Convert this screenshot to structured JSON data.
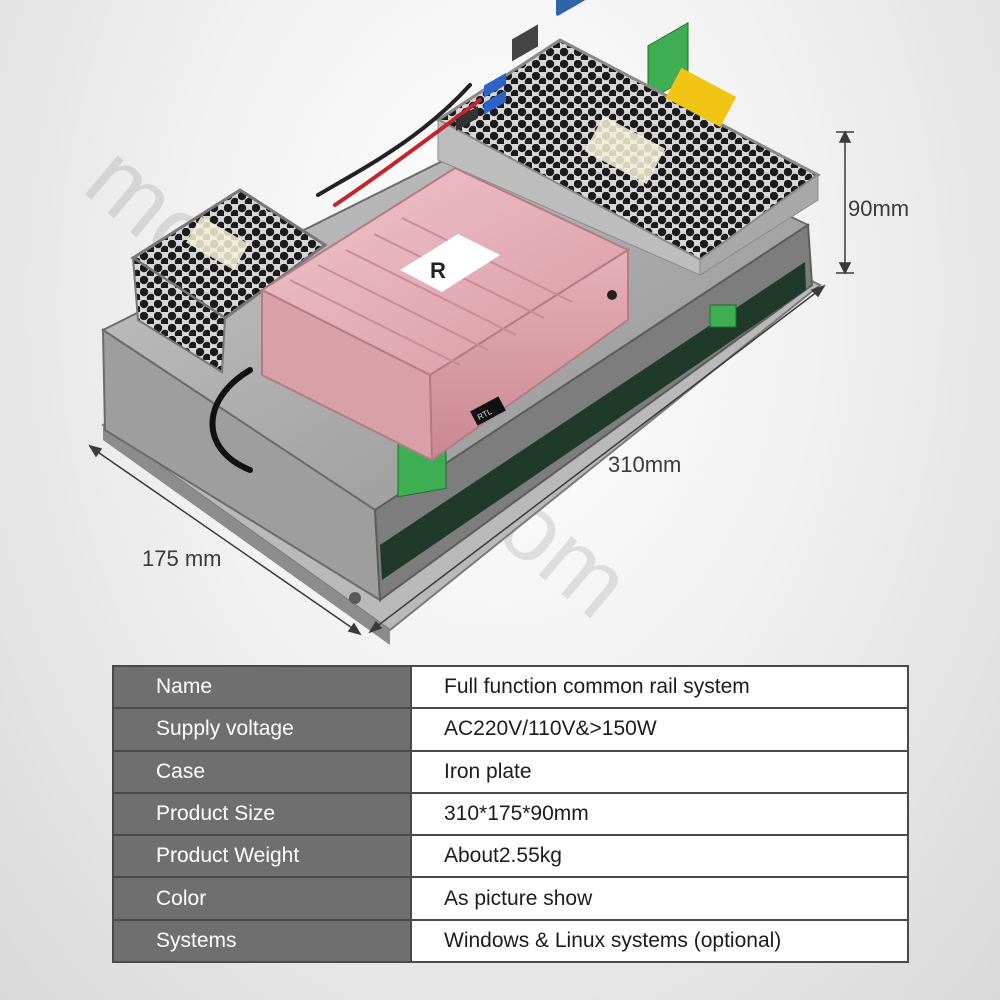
{
  "dimensions": {
    "height_label": "90mm",
    "length_label": "310mm",
    "width_label": "175 mm"
  },
  "device": {
    "badge_letter": "R",
    "usb_dongle_text": "RTL"
  },
  "watermark": "mooewave.com",
  "specs": {
    "rows": [
      {
        "key": "Name",
        "value": "Full function common rail system"
      },
      {
        "key": "Supply voltage",
        "value": "AC220V/110V&>150W"
      },
      {
        "key": "Case",
        "value": "Iron plate"
      },
      {
        "key": "Product Size",
        "value": "310*175*90mm"
      },
      {
        "key": "Product Weight",
        "value": "About2.55kg"
      },
      {
        "key": "Color",
        "value": "As picture show"
      },
      {
        "key": "Systems",
        "value": "Windows & Linux systems (optional)"
      }
    ]
  },
  "colors": {
    "table_key_bg": "#6f6f6f",
    "table_border": "#4a4a4a",
    "mini_pc_case": "#e2a9b3",
    "terminal_green": "#3fae52"
  }
}
